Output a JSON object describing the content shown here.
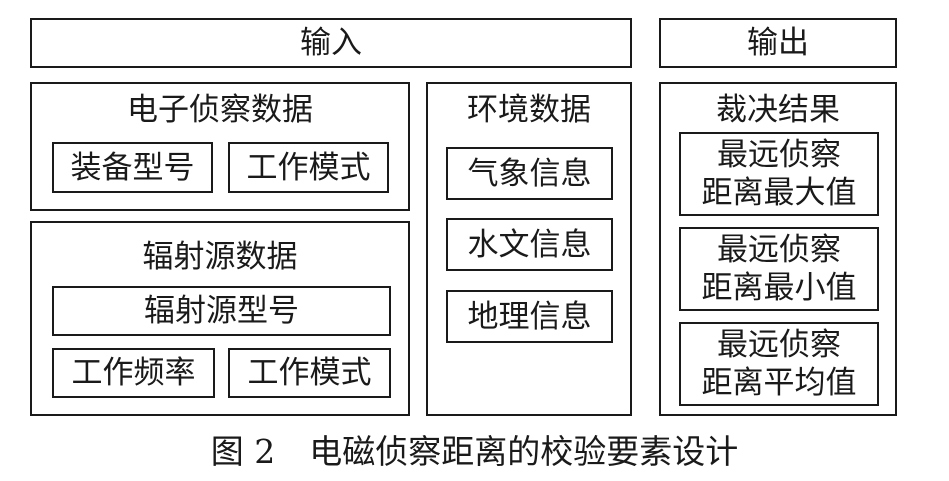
{
  "input": {
    "label": "输入"
  },
  "output": {
    "label": "输出"
  },
  "electronic_recon": {
    "title": "电子侦察数据",
    "items": [
      "装备型号",
      "工作模式"
    ]
  },
  "radiation_source": {
    "title": "辐射源数据",
    "model": "辐射源型号",
    "items": [
      "工作频率",
      "工作模式"
    ]
  },
  "environment": {
    "title": "环境数据",
    "items": [
      "气象信息",
      "水文信息",
      "地理信息"
    ]
  },
  "adjudication": {
    "title": "裁决结果",
    "items": [
      {
        "line1": "最远侦察",
        "line2": "距离最大值"
      },
      {
        "line1": "最远侦察",
        "line2": "距离最小值"
      },
      {
        "line1": "最远侦察",
        "line2": "距离平均值"
      }
    ]
  },
  "caption": {
    "figure": "图 2",
    "text": "电磁侦察距离的校验要素设计"
  }
}
